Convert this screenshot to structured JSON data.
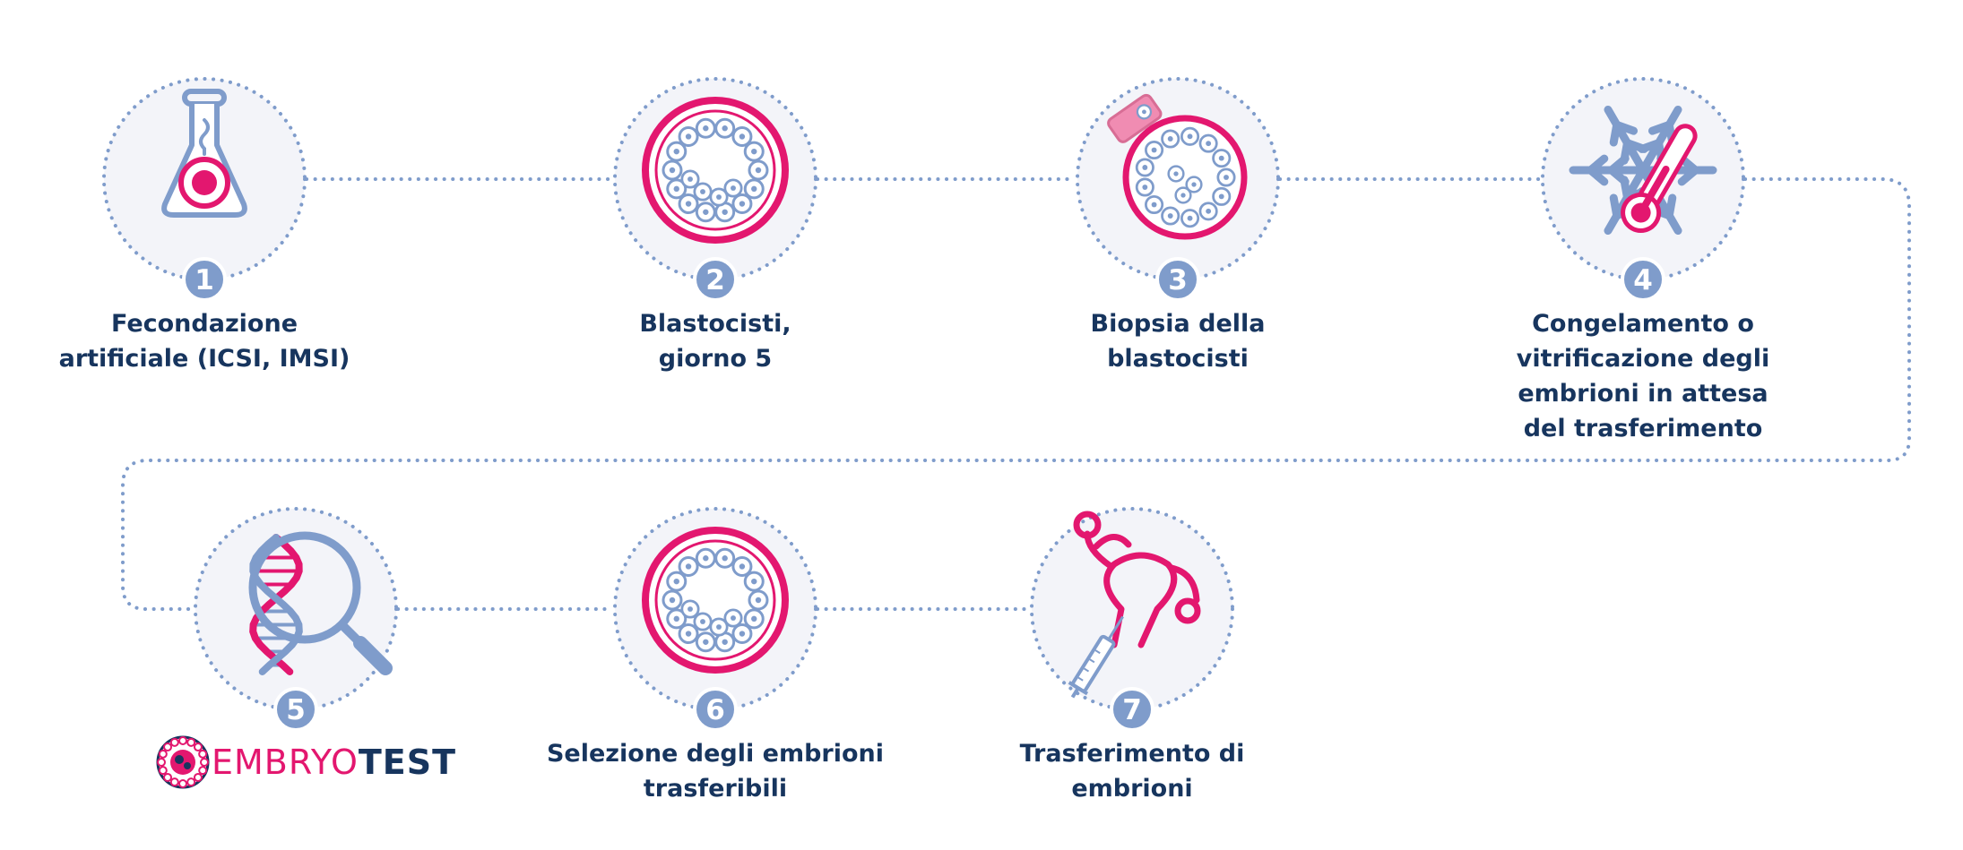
{
  "colors": {
    "navy": "#17355e",
    "pink": "#e3176f",
    "blue": "#7f9ccb",
    "dot": "#7f9ccb",
    "circle_bg": "#f3f4f9"
  },
  "steps": [
    {
      "number": "1",
      "lines": [
        "Fecondazione",
        "artificiale (ICSI, IMSI)"
      ],
      "icon": "flask-icon"
    },
    {
      "number": "2",
      "lines": [
        "Blastocisti,",
        "giorno 5"
      ],
      "icon": "blastocyst-icon"
    },
    {
      "number": "3",
      "lines": [
        "Biopsia della",
        "blastocisti"
      ],
      "icon": "biopsy-icon"
    },
    {
      "number": "4",
      "lines": [
        "Congelamento o",
        "vitrificazione degli",
        "embrioni in attesa",
        "del trasferimento"
      ],
      "icon": "snowflake-thermometer-icon"
    },
    {
      "number": "5",
      "lines": [],
      "icon": "dna-magnifier-icon"
    },
    {
      "number": "6",
      "lines": [
        "Selezione degli embrioni",
        "trasferibili"
      ],
      "icon": "blastocyst-icon"
    },
    {
      "number": "7",
      "lines": [
        "Trasferimento di",
        "embrioni"
      ],
      "icon": "uterus-syringe-icon"
    }
  ],
  "logo": {
    "part_a": "EMBRYO",
    "part_b": "TEST",
    "icon": "embryotest-logo-icon"
  }
}
